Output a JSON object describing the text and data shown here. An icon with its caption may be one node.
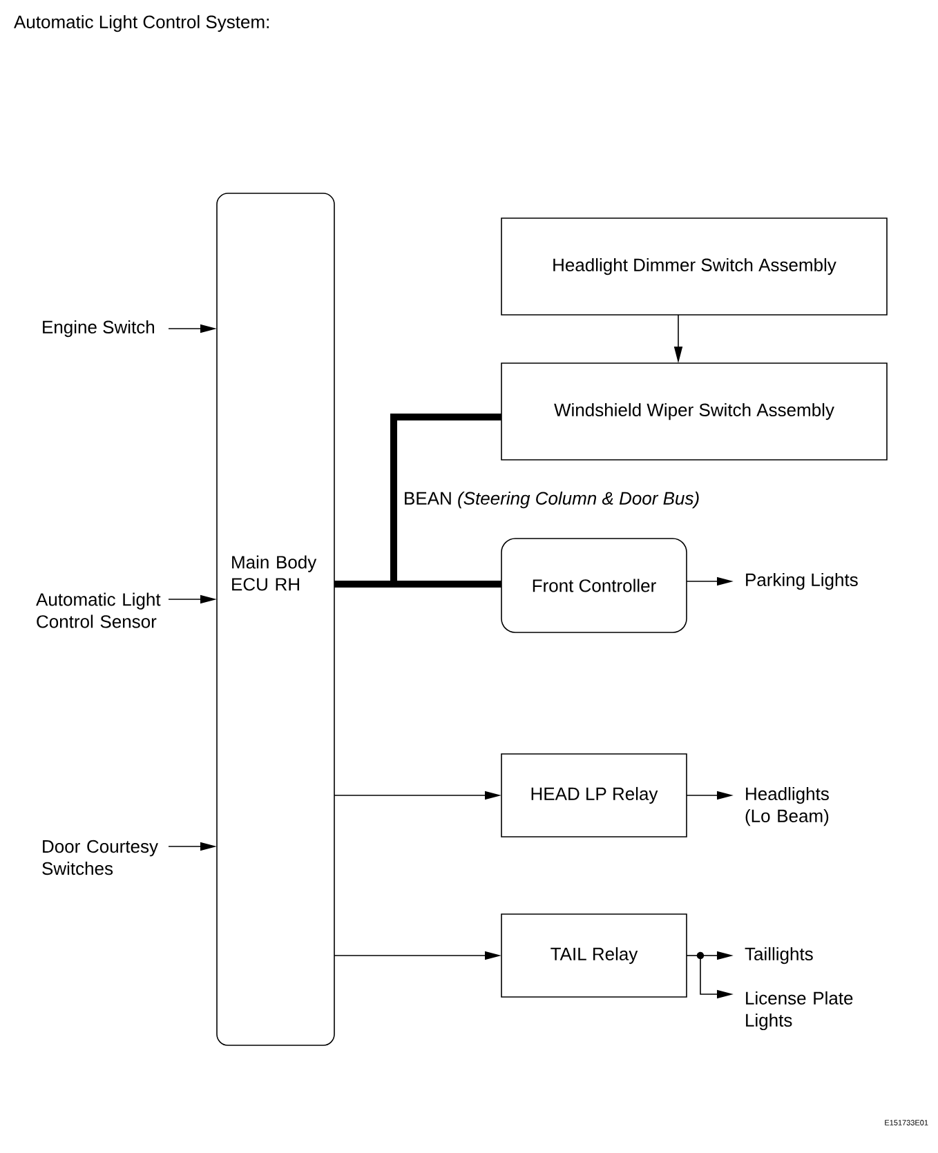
{
  "diagram": {
    "title": "Automatic Light Control System:",
    "nodes": [
      {
        "text": [
          "Engine Switch"
        ]
      },
      {
        "text": [
          "Automatic Light Control Sensor"
        ]
      },
      {
        "text": [
          "Door Courtesy Switches"
        ]
      },
      {
        "text": [
          "Main Body ECU RH"
        ]
      },
      {
        "text": [
          "Headlight Dimmer Switch Assembly"
        ]
      },
      {
        "text": [
          "Windshield Wiper Switch Assembly"
        ]
      },
      {
        "text": [
          "Front Controller"
        ]
      },
      {
        "text": [
          "Parking Lights"
        ]
      },
      {
        "text": [
          "HEAD LP Relay"
        ]
      },
      {
        "text": [
          "Headlights (Lo Beam)"
        ]
      },
      {
        "text": [
          "TAIL Relay"
        ]
      },
      {
        "text": [
          "Taillights"
        ]
      },
      {
        "text": [
          "License Plate Lights"
        ]
      }
    ],
    "edges": [
      {
        "from": 0,
        "to": 3,
        "arrow": "to"
      },
      {
        "from": 1,
        "to": 3,
        "arrow": "to"
      },
      {
        "from": 2,
        "to": 3,
        "arrow": "to"
      },
      {
        "from": 4,
        "to": 5,
        "arrow": "to"
      },
      {
        "from": 3,
        "to": 5,
        "arrow": "none",
        "style": "thick",
        "label": "BEAN *(Steering Column & Door Bus)*"
      },
      {
        "from": 3,
        "to": 6,
        "arrow": "none",
        "style": "thick"
      },
      {
        "from": 6,
        "to": 7,
        "arrow": "to"
      },
      {
        "from": 3,
        "to": 8,
        "arrow": "to"
      },
      {
        "from": 8,
        "to": 9,
        "arrow": "to"
      },
      {
        "from": 3,
        "to": 10,
        "arrow": "to"
      },
      {
        "from": 10,
        "to": 11,
        "arrow": "to"
      },
      {
        "from": 10,
        "to": 12,
        "arrow": "to"
      }
    ],
    "labels": [
      "E151733E01"
    ]
  }
}
